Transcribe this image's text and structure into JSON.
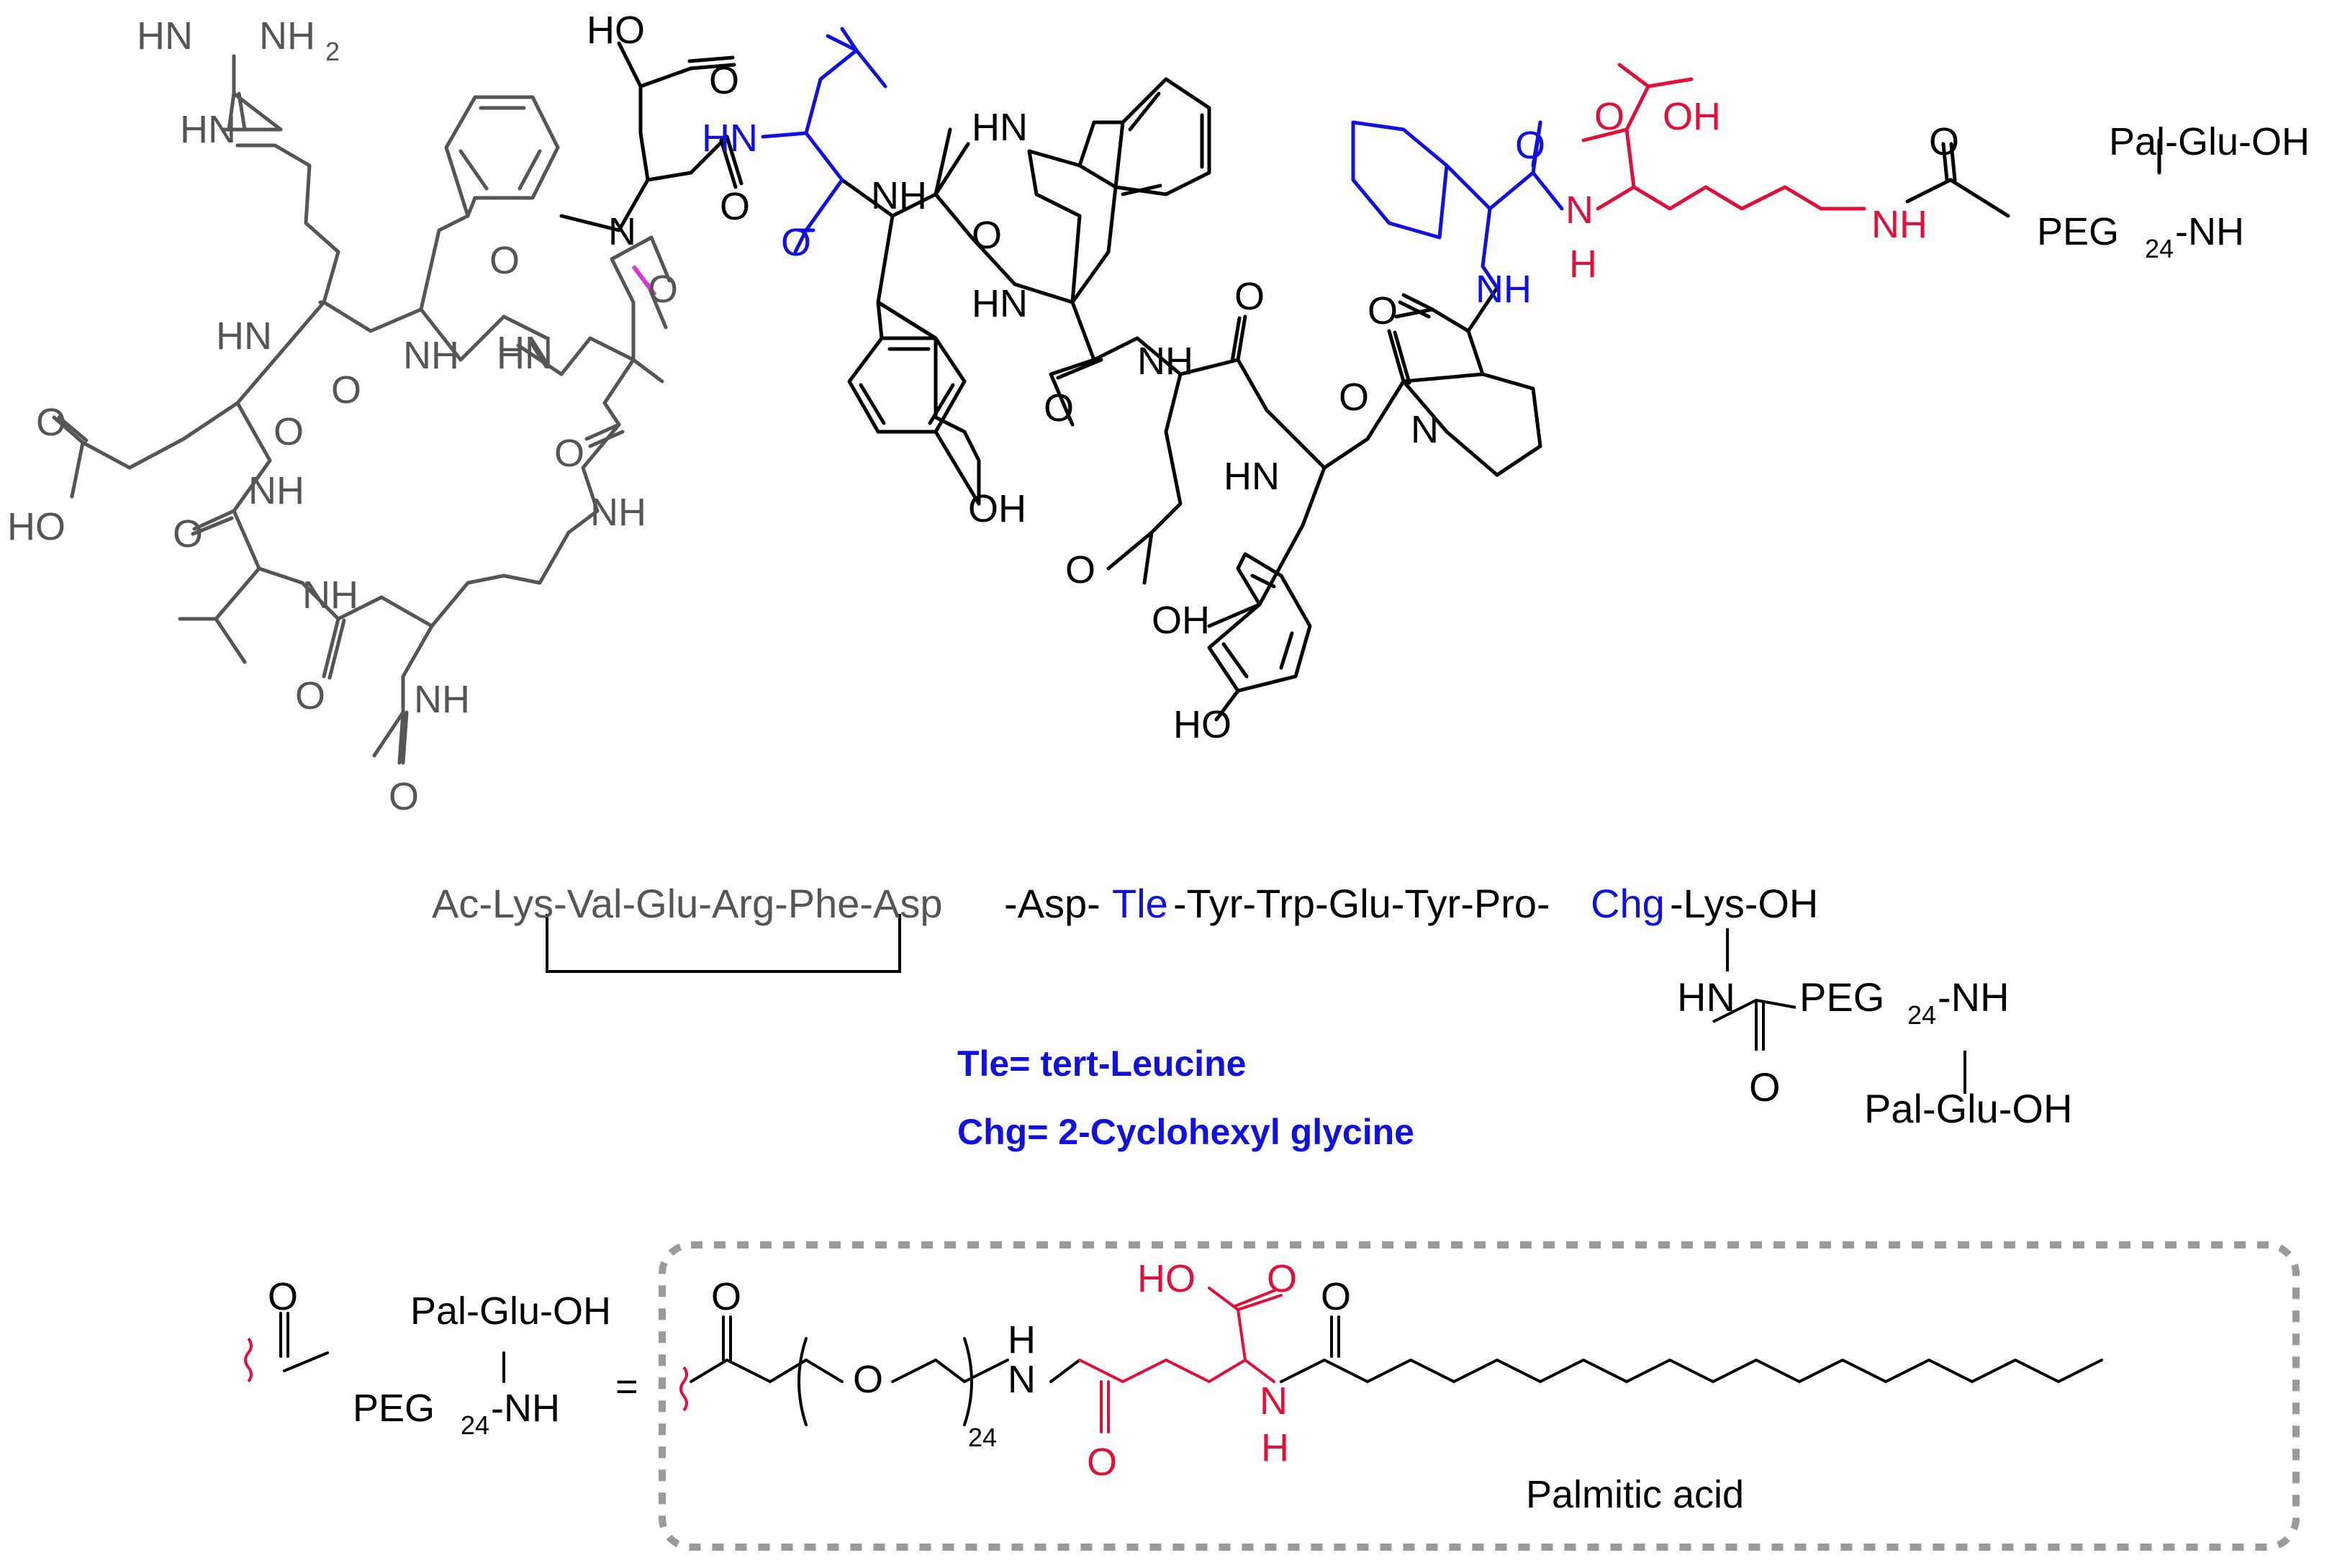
{
  "colors": {
    "black": "#000000",
    "gray": "#555555",
    "blue": "#1010e0",
    "red": "#e0103a",
    "magenta": "#dd33dd",
    "box": "#9a9a9a"
  },
  "structure": {
    "peg": "PEG",
    "peg_sub": "24",
    "nh_suffix": "-NH",
    "pal_glu": "Pal-Glu-OH",
    "atoms": {
      "hn": "HN",
      "nh": "NH",
      "nh2": "NH",
      "nh2_sub": "2",
      "n": "N",
      "o": "O",
      "ho": "HO",
      "oh": "OH",
      "h": "H"
    }
  },
  "sequence": {
    "ring": [
      "Ac-Lys-Val-Glu-Arg-Phe-Asp"
    ],
    "linear_pre": "-Asp-",
    "tle": "Tle",
    "linear_mid": "-Tyr-Trp-Glu-Tyr-Pro-",
    "chg": "Chg",
    "linear_end": "-Lys-OH",
    "branch_hn": "HN",
    "branch_o": "O"
  },
  "definitions": {
    "tle": "Tle= tert-Leucine",
    "chg": "Chg= 2-Cyclohexyl glycine"
  },
  "bottom": {
    "equals": "=",
    "repeat": "24",
    "palmitic": "Palmitic acid"
  }
}
